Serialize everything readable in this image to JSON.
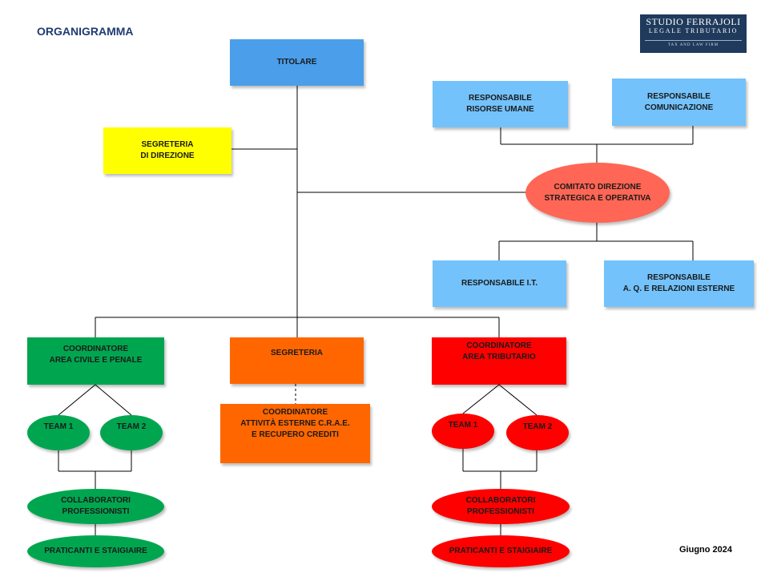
{
  "header": {
    "title": "ORGANIGRAMMA",
    "date": "Giugno  2024"
  },
  "logo": {
    "line1": "STUDIO FERRAJOLI",
    "line2": "LEGALE TRIBUTARIO",
    "line3": "TAX AND LAW FIRM"
  },
  "nodes": {
    "titolare": "TITOLARE",
    "segreteria_direzione": "SEGRETERIA\nDI DIREZIONE",
    "resp_risorse_umane": "RESPONSABILE\nRISORSE  UMANE",
    "resp_comunicazione": "RESPONSABILE\nCOMUNICAZIONE",
    "comitato": "COMITATO  DIREZIONE\nSTRATEGICA  E OPERATIVA",
    "resp_it": "RESPONSABILE  I.T.",
    "resp_aq": "RESPONSABILE\nA. Q. E RELAZIONI ESTERNE",
    "coord_civile": "COORDINATORE\nAREA CIVILE E PENALE",
    "segreteria": "SEGRETERIA",
    "coord_crae": "COORDINATORE\nATTIVITÀ  ESTERNE  C.R.A.E.\nE RECUPERO  CREDITI",
    "coord_tributario": "COORDINATORE\nAREA TRIBUTARIO",
    "team1_civile": "TEAM  1",
    "team2_civile": "TEAM  2",
    "team1_trib": "TEAM  1",
    "team2_trib": "TEAM  2",
    "collab_civile": "COLLABORATORI\nPROFESSIONISTI",
    "collab_trib": "COLLABORATORI\nPROFESSIONISTI",
    "praticanti_civile": "PRATICANTI  E STAIGIAIRE",
    "praticanti_trib": "PRATICANTI  E STAIGIAIRE"
  },
  "colors": {
    "titolare": "#4a9eea",
    "responsabili": "#73c2fb",
    "segreteria_direzione": "#ffff00",
    "comitato": "#ff6655",
    "area_civile": "#00a64f",
    "segreteria": "#ff6600",
    "area_tributario": "#ff0000"
  }
}
